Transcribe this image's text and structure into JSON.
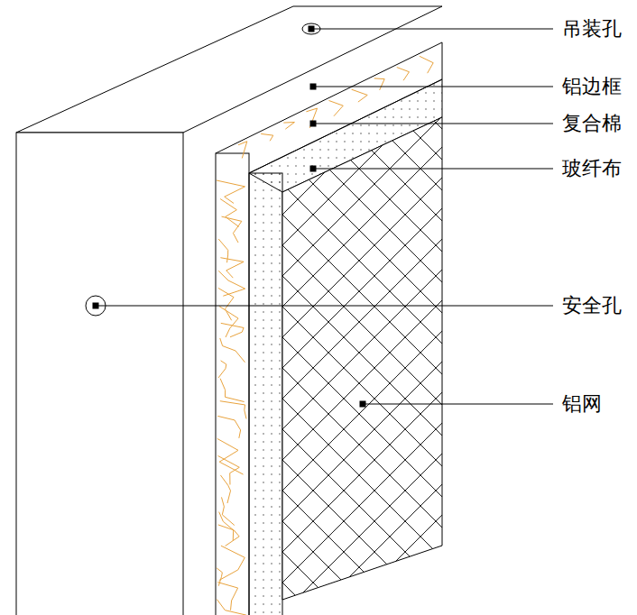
{
  "diagram": {
    "labels": [
      "吊装孔",
      "铝边框",
      "复合棉",
      "玻纤布",
      "安全孔",
      "铝网"
    ]
  }
}
